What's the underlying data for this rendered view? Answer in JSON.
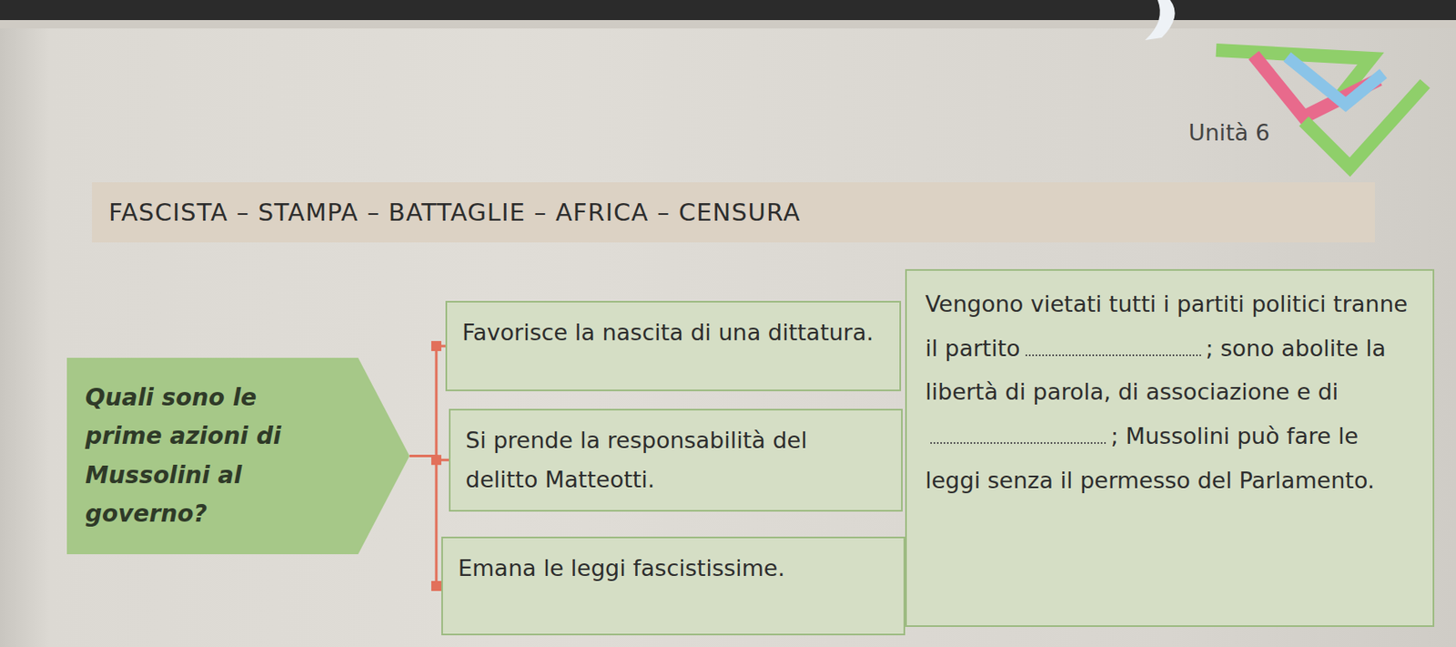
{
  "diagram": {
    "nodes": [
      {
        "text": [
          "FASCISTA – STAMPA – BATTAGLIE – AFRICA – CENSURA"
        ]
      },
      {
        "text": [
          "Quali sono le prime azioni di Mussolini al governo?"
        ]
      },
      {
        "text": [
          "Favorisce la nascita di una dittatura."
        ]
      },
      {
        "text": [
          "Si prende la responsabilità del delitto Matteotti."
        ]
      },
      {
        "text": [
          "Emana le leggi fascistissime."
        ]
      },
      {
        "text": [
          "Vengono vietati tutti i partiti politici tranne il partito",
          "; sono abolite la libertà di parola, di associazione e di",
          "; Mussolini può fare le leggi senza il permesso del Parlamento."
        ]
      }
    ],
    "edges": [
      {
        "from": 1,
        "to": 2,
        "arrow": "none"
      },
      {
        "from": 1,
        "to": 3,
        "arrow": "none"
      },
      {
        "from": 1,
        "to": 4,
        "arrow": "none"
      },
      {
        "from": 4,
        "to": 5,
        "arrow": "none"
      }
    ],
    "labels": [
      "Unità 6"
    ]
  }
}
